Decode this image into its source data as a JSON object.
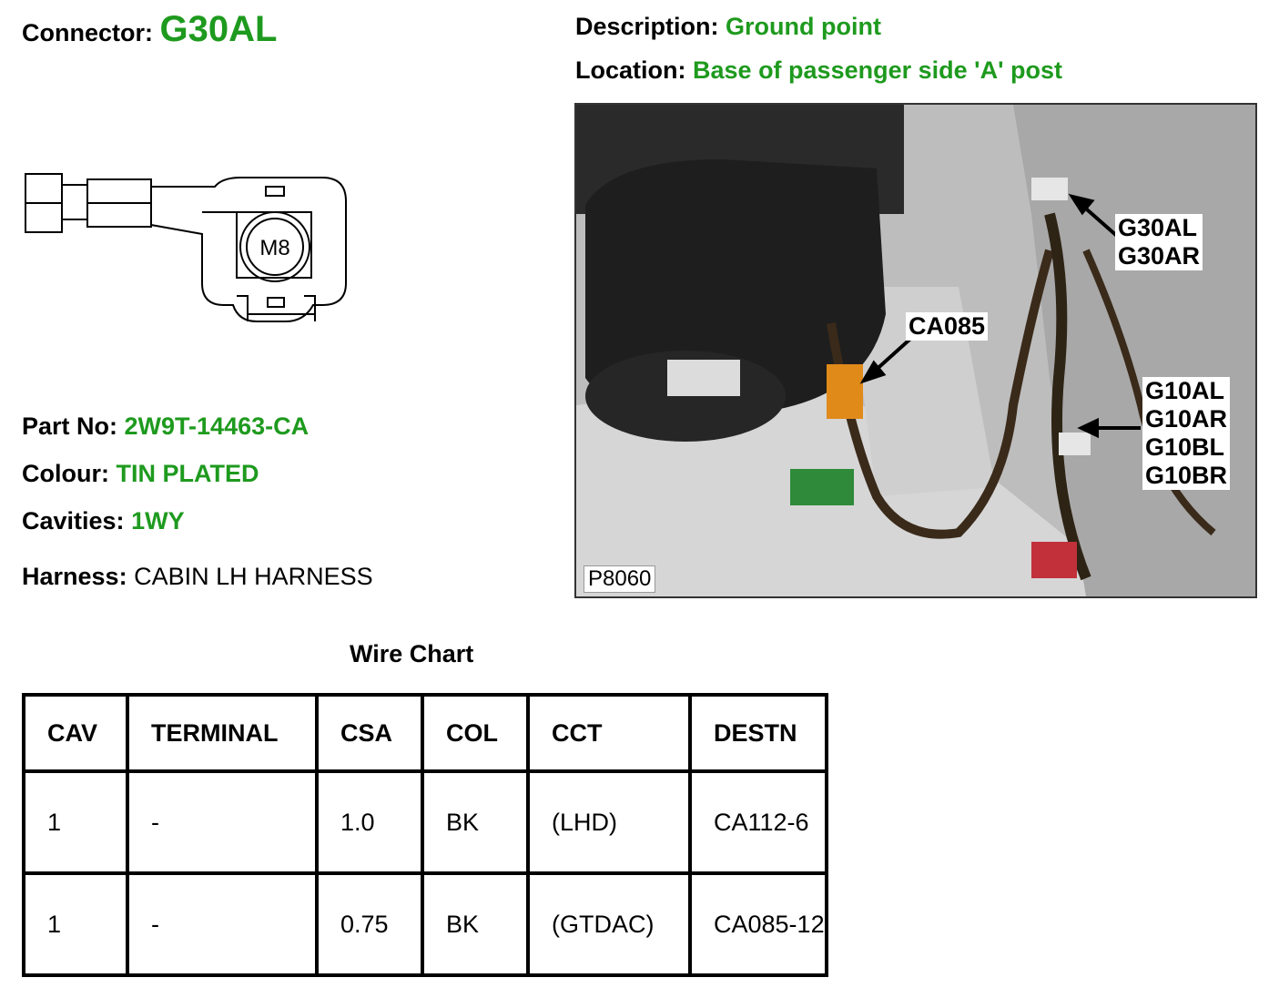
{
  "header": {
    "connector_label": "Connector:",
    "connector_value": "G30AL",
    "description_label": "Description:",
    "description_value": "Ground point",
    "location_label": "Location:",
    "location_value": "Base of passenger side 'A' post"
  },
  "connector_drawing": {
    "text": "M8"
  },
  "details": {
    "part_label": "Part No:",
    "part_value": "2W9T-14463-CA",
    "colour_label": "Colour:",
    "colour_value": "TIN PLATED",
    "cavities_label": "Cavities:",
    "cavities_value": "1WY",
    "harness_label": "Harness:",
    "harness_value": "CABIN LH HARNESS"
  },
  "photo": {
    "callouts": {
      "g30": [
        "G30AL",
        "G30AR"
      ],
      "ca085": "CA085",
      "g10": [
        "G10AL",
        "G10AR",
        "G10BL",
        "G10BR"
      ]
    },
    "id": "P8060"
  },
  "wire_chart": {
    "title": "Wire Chart",
    "headers": [
      "CAV",
      "TERMINAL",
      "CSA",
      "COL",
      "CCT",
      "DESTN"
    ],
    "rows": [
      [
        "1",
        "-",
        "1.0",
        "BK",
        "(LHD)",
        "CA112-6"
      ],
      [
        "1",
        "-",
        "0.75",
        "BK",
        "(GTDAC)",
        "CA085-12"
      ]
    ]
  },
  "colors": {
    "value_green": "#1e9a1e",
    "text": "#000000",
    "background": "#ffffff"
  }
}
